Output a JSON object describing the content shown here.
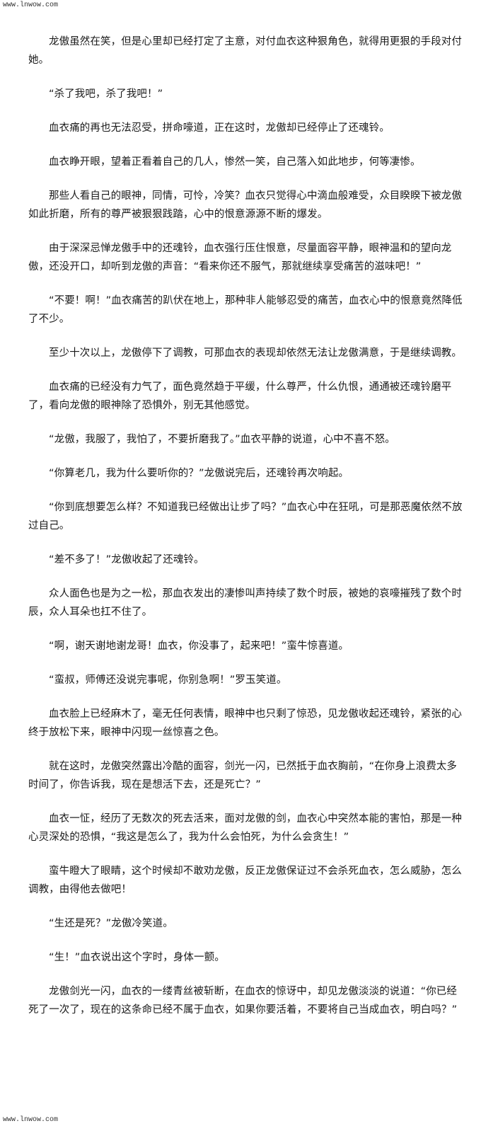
{
  "watermark": {
    "top": "www.lnwow.com",
    "bottom": "www.lnwow.com"
  },
  "paragraphs": [
    "龙傲虽然在笑，但是心里却已经打定了主意，对付血衣这种狠角色，就得用更狠的手段对付她。",
    "“杀了我吧，杀了我吧！”",
    "血衣痛的再也无法忍受，拼命嚎道，正在这时，龙傲却已经停止了还魂铃。",
    "血衣睁开眼，望着正看着自己的几人，惨然一笑，自己落入如此地步，何等凄惨。",
    "那些人看自己的眼神，同情，可怜，冷笑？血衣只觉得心中滴血般难受，众目睽睽下被龙傲如此折磨，所有的尊严被狠狠践踏，心中的恨意源源不断的爆发。",
    "由于深深忌惮龙傲手中的还魂铃，血衣强行压住恨意，尽量面容平静，眼神温和的望向龙傲，还没开口，却听到龙傲的声音：“看来你还不服气，那就继续享受痛苦的滋味吧！”",
    "“不要！啊！”血衣痛苦的趴伏在地上，那种非人能够忍受的痛苦，血衣心中的恨意竟然降低了不少。",
    "至少十次以上，龙傲停下了调教，可那血衣的表现却依然无法让龙傲满意，于是继续调教。",
    "血衣痛的已经没有力气了，面色竟然趋于平缓，什么尊严，什么仇恨，通通被还魂铃磨平了，看向龙傲的眼神除了恐惧外，别无其他感觉。",
    "“龙傲，我服了，我怕了，不要折磨我了。”血衣平静的说道，心中不喜不怒。",
    "“你算老几，我为什么要听你的？”龙傲说完后，还魂铃再次响起。",
    "“你到底想要怎么样？不知道我已经做出让步了吗？”血衣心中在狂吼，可是那恶魔依然不放过自己。",
    "“差不多了！”龙傲收起了还魂铃。",
    "众人面色也是为之一松，那血衣发出的凄惨叫声持续了数个时辰，被她的哀嚎摧残了数个时辰，众人耳朵也扛不住了。",
    "“啊，谢天谢地谢龙哥！血衣，你没事了，起来吧！”蛮牛惊喜道。",
    "“蛮叔，师傅还没说完事呢，你别急啊！”罗玉笑道。",
    "血衣脸上已经麻木了，毫无任何表情，眼神中也只剩了惊恐，见龙傲收起还魂铃，紧张的心终于放松下来，眼神中闪现一丝惊喜之色。",
    "就在这时，龙傲突然露出冷酷的面容，剑光一闪，已然抵于血衣胸前，“在你身上浪费太多时间了，你告诉我，现在是想活下去，还是死亡？”",
    "血衣一怔，经历了无数次的死去活来，面对龙傲的剑，血衣心中突然本能的害怕，那是一种心灵深处的恐惧，“我这是怎么了，我为什么会怕死，为什么会贪生！”",
    "蛮牛瞪大了眼睛，这个时候却不敢劝龙傲，反正龙傲保证过不会杀死血衣，怎么威胁，怎么调教，由得他去做吧！",
    "“生还是死？”龙傲冷笑道。",
    "“生！”血衣说出这个字时，身体一颤。",
    "龙傲剑光一闪，血衣的一缕青丝被斩断，在血衣的惊讶中，却见龙傲淡淡的说道：“你已经死了一次了，现在的这条命已经不属于血衣，如果你要活着，不要将自己当成血衣，明白吗？”"
  ]
}
